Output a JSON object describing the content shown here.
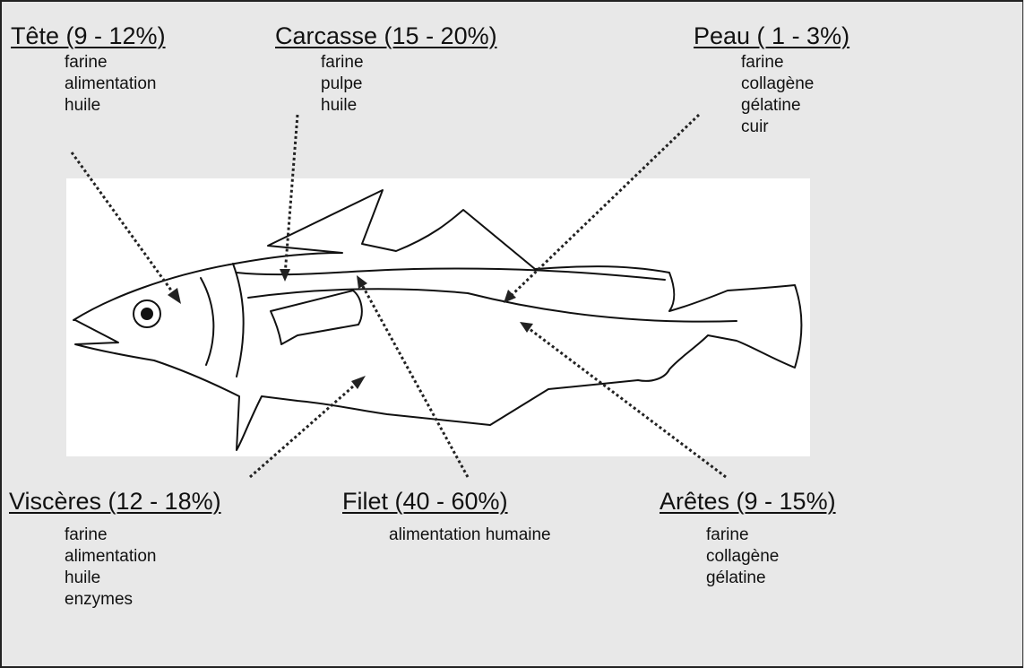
{
  "groups": {
    "tete": {
      "title": "Tête (9 - 12%)",
      "items": [
        "farine",
        "alimentation",
        "huile"
      ]
    },
    "carcasse": {
      "title": "Carcasse (15 - 20%)",
      "items": [
        "farine",
        "pulpe",
        "huile"
      ]
    },
    "peau": {
      "title": "Peau ( 1 - 3%)",
      "items": [
        "farine",
        "collagène",
        "gélatine",
        "cuir"
      ]
    },
    "visceres": {
      "title": "Viscères (12 - 18%)",
      "items": [
        "farine",
        "alimentation",
        "huile",
        "enzymes"
      ]
    },
    "filet": {
      "title": "Filet (40 - 60%)",
      "items": [
        "alimentation humaine"
      ]
    },
    "aretes": {
      "title": "Arêtes (9 - 15%)",
      "items": [
        "farine",
        "collagène",
        "gélatine"
      ]
    }
  },
  "colors": {
    "background": "#e8e8e8",
    "panel": "#ffffff",
    "ink": "#111111"
  }
}
